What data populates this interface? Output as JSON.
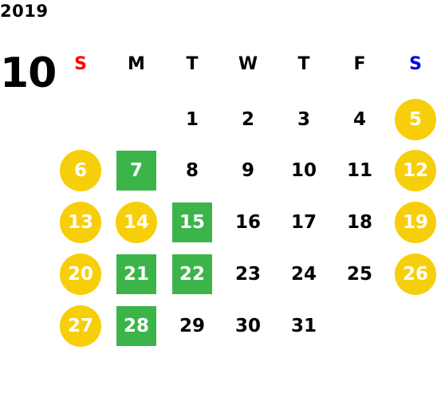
{
  "year": "2019",
  "month": "10",
  "colors": {
    "sunday": "#ff0000",
    "saturday": "#0000dd",
    "weekend_circle": "#f7ce0a",
    "holiday_square": "#3bb54a",
    "normal_text": "#000000"
  },
  "weekdays": [
    "S",
    "M",
    "T",
    "W",
    "T",
    "F",
    "S"
  ],
  "first_weekday_index": 2,
  "days_in_month": 31,
  "circle_days": [
    5,
    6,
    12,
    13,
    14,
    19,
    20,
    26,
    27
  ],
  "square_days": [
    7,
    15,
    21,
    22,
    28
  ]
}
